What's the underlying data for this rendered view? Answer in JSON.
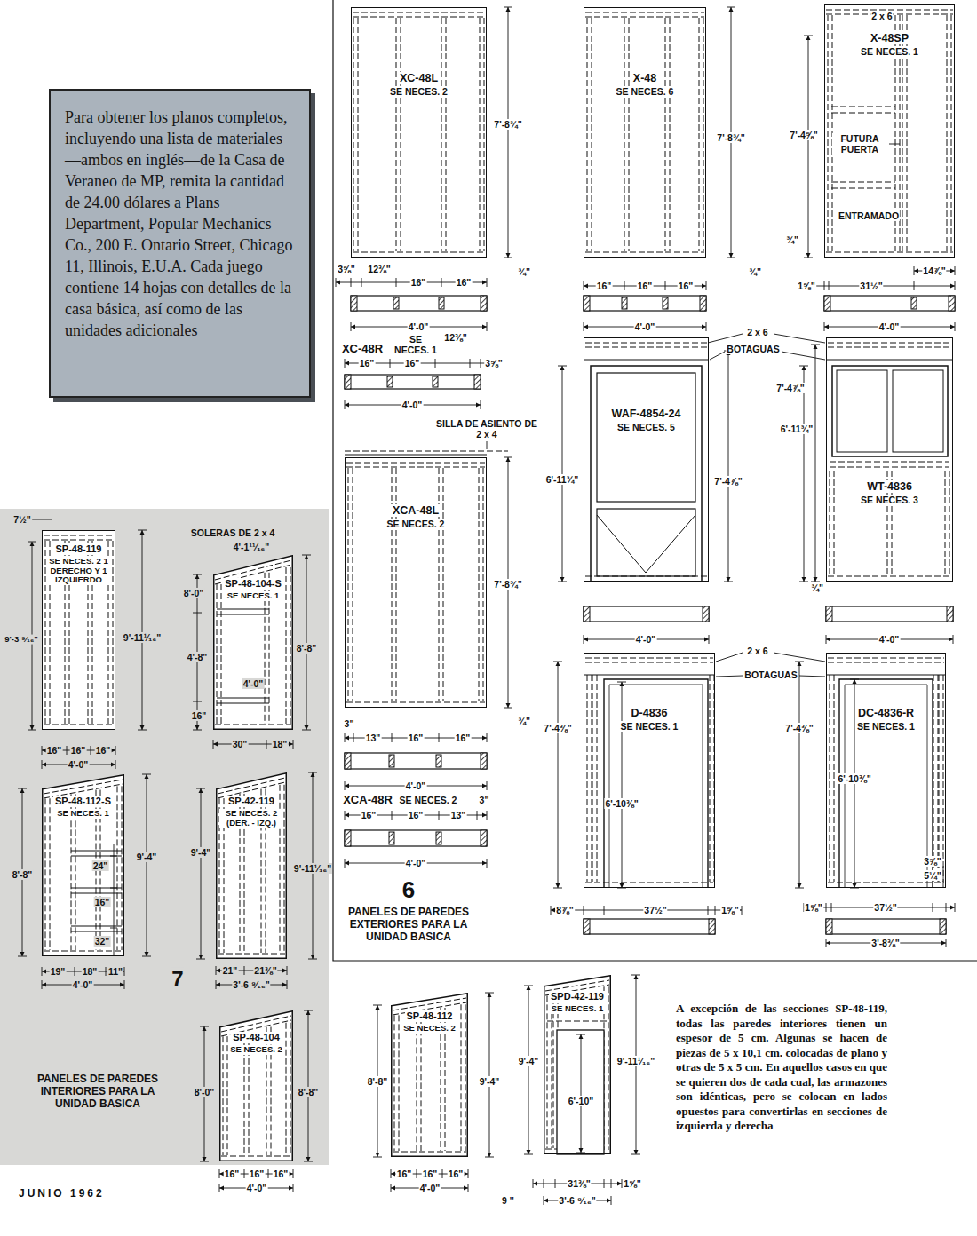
{
  "diagram": {
    "nodes": [
      {
        "text": [
          "Para obtener los planos completos, incluyendo una lista de materiales —ambos en inglés—de la Casa de Veraneo de MP, remita la cantidad de 24.00 dólares a Plans Department, Popular Mechanics Co., 200 E. Ontario Street, Chicago 11, Illinois, E.U.A. Cada juego contiene 14 hojas con detalles de la casa básica, así como de las unidades adicionales"
        ]
      },
      {
        "text": [
          "XC-48L",
          "SE NECES. 2"
        ]
      },
      {
        "text": [
          "X-48",
          "SE NECES. 6"
        ]
      },
      {
        "text": [
          "X-48SP",
          "SE NECES. 1"
        ]
      },
      {
        "text": [
          "WAF-4854-24",
          "SE NECES. 5"
        ]
      },
      {
        "text": [
          "WT-4836",
          "SE NECES. 3"
        ]
      },
      {
        "text": [
          "XCA-48L",
          "SE NECES. 2"
        ]
      },
      {
        "text": [
          "D-4836",
          "SE NECES. 1"
        ]
      },
      {
        "text": [
          "DC-4836-R",
          "SE NECES. 1"
        ]
      },
      {
        "text": [
          "SP-48-119",
          "SE NECES. 2 1 DERECHO Y 1 IZQUIERDO"
        ]
      },
      {
        "text": [
          "SP-48-104-S",
          "SE NECES. 1"
        ]
      },
      {
        "text": [
          "SP-48-112-S",
          "SE NECES. 1"
        ]
      },
      {
        "text": [
          "SP-42-119",
          "SE NECES. 2 (DER. - IZQ.)"
        ]
      },
      {
        "text": [
          "SP-48-104",
          "SE NECES. 2"
        ]
      },
      {
        "text": [
          "SP-48-112",
          "SE NECES. 2"
        ]
      },
      {
        "text": [
          "SPD-42-119",
          "SE NECES. 1"
        ]
      }
    ],
    "labels": [
      "7'-8¾\"",
      "¾\"",
      "3⅝\"",
      "12⅜\"",
      "16\"",
      "16\"",
      "4'-0\"",
      "XC-48R",
      "SE NECES. 1",
      "12⅜\"",
      "16\"",
      "16\"",
      "3⅝\"",
      "4'-0\"",
      "7'-8¾\"",
      "¾\"",
      "16\"",
      "16\"",
      "16\"",
      "4'-0\"",
      "2 x 6",
      "7'-4⅝\"",
      "FUTURA PUERTA",
      "ENTRAMADO",
      "¾\"",
      "1⅝\"",
      "31½\"",
      "14⅞\"",
      "4'-0\"",
      "2 x 6",
      "BOTAGUAS",
      "6'-11¾\"",
      "7'-4⅞\"",
      "4'-0\"",
      "7'-4⅞\"",
      "6'-11¾\"",
      "¾\"",
      "4'-0\"",
      "SILLA DE ASIENTO DE 2 x 4",
      "7'-8¾\"",
      "¾\"",
      "3\"",
      "13\"",
      "16\"",
      "16\"",
      "4'-0\"",
      "XCA-48R",
      "SE NECES. 2",
      "3\"",
      "16\"",
      "16\"",
      "13\"",
      "4'-0\"",
      "6",
      "PANELES DE PAREDES EXTERIORES PARA LA UNIDAD BASICA",
      "2 x 6",
      "BOTAGUAS",
      "7'-4⅜\"",
      "6'-10⅜\"",
      "8⅞\"",
      "37½\"",
      "1⅝\"",
      "7'-4⅜\"",
      "6'-10⅜\"",
      "3⅝\"",
      "5¼\"",
      "1⅝\"",
      "37½\"",
      "3'-8⅜\"",
      "7½\"",
      "9'-3 ⁹⁄₁₆\"",
      "9'-11¹⁄₁₆\"",
      "16\"",
      "16\"",
      "16\"",
      "4'-0\"",
      "SOLERAS DE 2 x 4",
      "4'-1¹¹⁄₁₆\"",
      "8'-0\"",
      "4'-8\"",
      "16\"",
      "4'-0\"",
      "8'-8\"",
      "30\"",
      "18\"",
      "9'-4\"",
      "8'-8\"",
      "24\"",
      "16\"",
      "32\"",
      "19\"",
      "18\"",
      "11\"",
      "4'-0\"",
      "9'-4\"",
      "9'-11¹⁄₁₆\"",
      "21\"",
      "21⅜\"",
      "3'-6 ⁹⁄₁₆\"",
      "7",
      "8'-0\"",
      "8'-8\"",
      "16\"",
      "16\"",
      "16\"",
      "4'-0\"",
      "PANELES DE PAREDES INTERIORES PARA LA UNIDAD BASICA",
      "8'-8\"",
      "9'-4\"",
      "16\"",
      "16\"",
      "16\"",
      "4'-0\"",
      "9'-4\"",
      "9'-11¹⁄₁₆\"",
      "6'-10\"",
      "9 ''",
      "31⅜\"",
      "1⅝\"",
      "3'-6 ⁹⁄₁₆\"",
      "A excepción de las secciones SP-48-119, todas las paredes interiores tienen un espesor de 5 cm. Algunas se hacen de piezas de 5 x 10,1 cm. colocadas de plano y otras de 5 x 5 cm. En aquellos casos en que se quieren dos de cada cual, las armazones son idénticas, pero se colocan en lados opuestos para convertirlas en secciones de izquierda y derecha",
      "JUNIO 1962"
    ]
  }
}
